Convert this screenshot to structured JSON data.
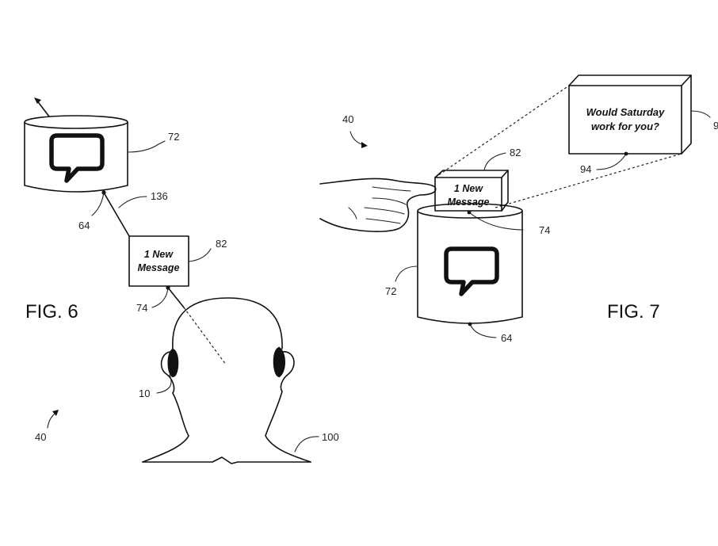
{
  "figures": {
    "fig6": {
      "label": "FIG. 6",
      "refs": {
        "r72": "72",
        "r136": "136",
        "r64": "64",
        "r82": "82",
        "r74": "74",
        "r10": "10",
        "r40": "40",
        "r100": "100"
      },
      "notification": {
        "line1": "1 New",
        "line2": "Message"
      }
    },
    "fig7": {
      "label": "FIG. 7",
      "refs": {
        "r40": "40",
        "r82": "82",
        "r94": "94",
        "r74": "74",
        "r72": "72",
        "r64": "64",
        "r9x": "9"
      },
      "notification": {
        "line1": "1 New",
        "line2": "Message"
      },
      "expanded_message": {
        "line1": "Would Saturday",
        "line2": "work for you?"
      }
    }
  },
  "icons": [
    "speech-bubble-icon",
    "speech-bubble-icon",
    "arrow-icon",
    "pointing-hand",
    "head-outline"
  ]
}
